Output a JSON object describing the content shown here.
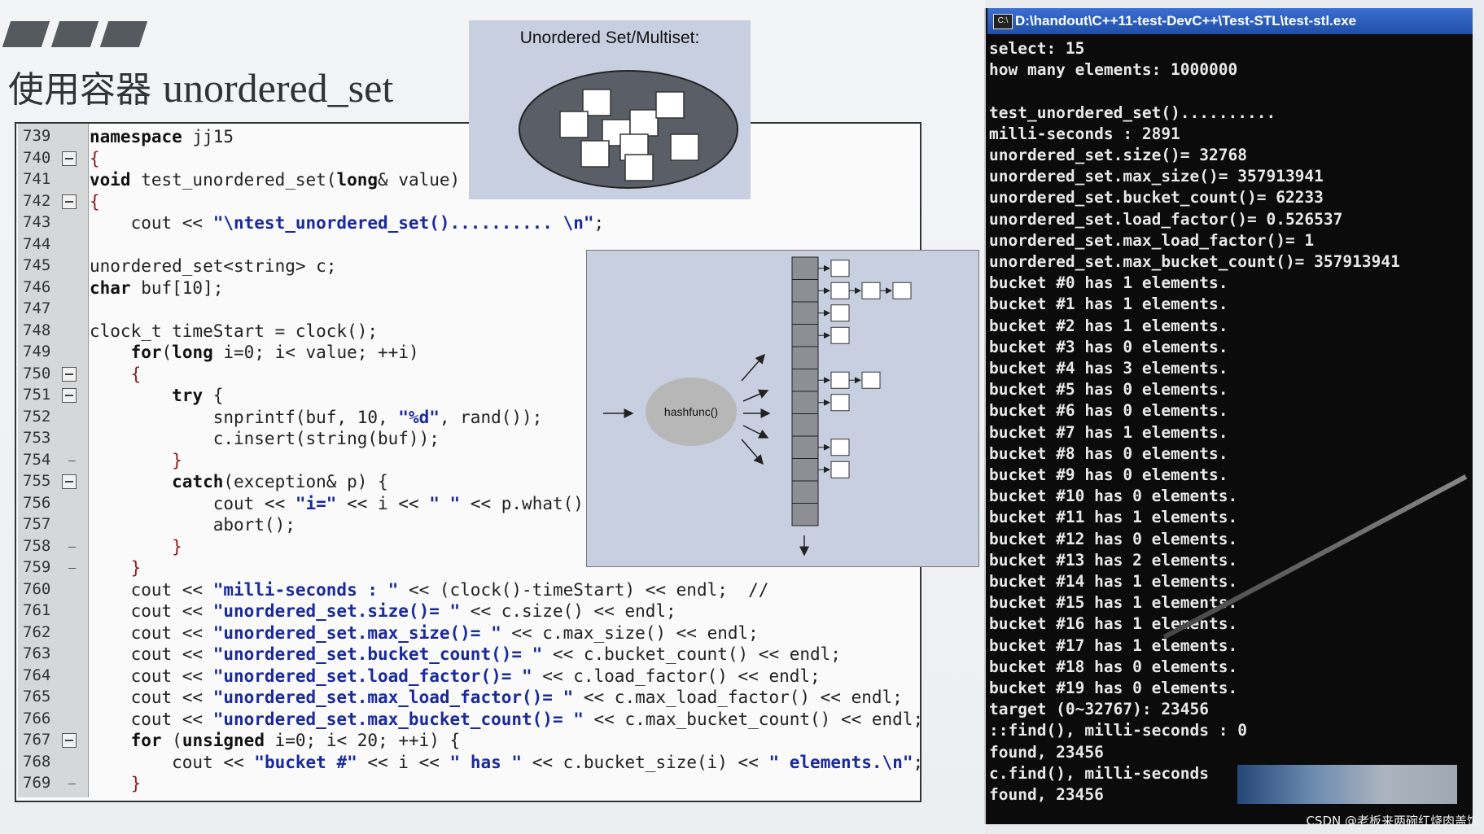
{
  "slide": {
    "title_cn": "使用容器 ",
    "title_en": "unordered_set",
    "figure_caption": "Unordered Set/Multiset:",
    "hash_label": "hashfunc()"
  },
  "code": {
    "lines": [
      {
        "n": "739",
        "t": "namespace jj15"
      },
      {
        "n": "740",
        "t": "{"
      },
      {
        "n": "741",
        "t": "void test_unordered_set(long& value)"
      },
      {
        "n": "742",
        "t": "{"
      },
      {
        "n": "743",
        "t": "    cout << \"\\ntest_unordered_set().......... \\n\";"
      },
      {
        "n": "744",
        "t": ""
      },
      {
        "n": "745",
        "t": "unordered_set<string> c;"
      },
      {
        "n": "746",
        "t": "char buf[10];"
      },
      {
        "n": "747",
        "t": ""
      },
      {
        "n": "748",
        "t": "clock_t timeStart = clock();"
      },
      {
        "n": "749",
        "t": "    for(long i=0; i< value; ++i)"
      },
      {
        "n": "750",
        "t": "    {"
      },
      {
        "n": "751",
        "t": "        try {"
      },
      {
        "n": "752",
        "t": "            snprintf(buf, 10, \"%d\", rand());"
      },
      {
        "n": "753",
        "t": "            c.insert(string(buf));"
      },
      {
        "n": "754",
        "t": "        }"
      },
      {
        "n": "755",
        "t": "        catch(exception& p) {"
      },
      {
        "n": "756",
        "t": "            cout << \"i=\" << i << \" \" << p.what()"
      },
      {
        "n": "757",
        "t": "            abort();"
      },
      {
        "n": "758",
        "t": "        }"
      },
      {
        "n": "759",
        "t": "    }"
      },
      {
        "n": "760",
        "t": "    cout << \"milli-seconds : \" << (clock()-timeStart) << endl;  //"
      },
      {
        "n": "761",
        "t": "    cout << \"unordered_set.size()= \" << c.size() << endl;"
      },
      {
        "n": "762",
        "t": "    cout << \"unordered_set.max_size()= \" << c.max_size() << endl;"
      },
      {
        "n": "763",
        "t": "    cout << \"unordered_set.bucket_count()= \" << c.bucket_count() << endl;"
      },
      {
        "n": "764",
        "t": "    cout << \"unordered_set.load_factor()= \" << c.load_factor() << endl;"
      },
      {
        "n": "765",
        "t": "    cout << \"unordered_set.max_load_factor()= \" << c.max_load_factor() << endl;"
      },
      {
        "n": "766",
        "t": "    cout << \"unordered_set.max_bucket_count()= \" << c.max_bucket_count() << endl;"
      },
      {
        "n": "767",
        "t": "    for (unsigned i=0; i< 20; ++i) {"
      },
      {
        "n": "768",
        "t": "        cout << \"bucket #\" << i << \" has \" << c.bucket_size(i) << \" elements.\\n\";"
      },
      {
        "n": "769",
        "t": "    }"
      }
    ],
    "folds": [
      "740",
      "742",
      "750",
      "751",
      "755",
      "767"
    ],
    "ends": [
      "754",
      "758",
      "759",
      "769"
    ]
  },
  "terminal": {
    "title": "D:\\handout\\C++11-test-DevC++\\Test-STL\\test-stl.exe",
    "icon_label": "C:\\",
    "lines": [
      "select: 15",
      "how many elements: 1000000",
      "",
      "test_unordered_set()..........",
      "milli-seconds : 2891",
      "unordered_set.size()= 32768",
      "unordered_set.max_size()= 357913941",
      "unordered_set.bucket_count()= 62233",
      "unordered_set.load_factor()= 0.526537",
      "unordered_set.max_load_factor()= 1",
      "unordered_set.max_bucket_count()= 357913941",
      "bucket #0 has 1 elements.",
      "bucket #1 has 1 elements.",
      "bucket #2 has 1 elements.",
      "bucket #3 has 0 elements.",
      "bucket #4 has 3 elements.",
      "bucket #5 has 0 elements.",
      "bucket #6 has 0 elements.",
      "bucket #7 has 1 elements.",
      "bucket #8 has 0 elements.",
      "bucket #9 has 0 elements.",
      "bucket #10 has 0 elements.",
      "bucket #11 has 1 elements.",
      "bucket #12 has 0 elements.",
      "bucket #13 has 2 elements.",
      "bucket #14 has 1 elements.",
      "bucket #15 has 1 elements.",
      "bucket #16 has 1 elements.",
      "bucket #17 has 1 elements.",
      "bucket #18 has 0 elements.",
      "bucket #19 has 0 elements.",
      "target (0~32767): 23456",
      "::find(), milli-seconds : 0",
      "found, 23456",
      "c.find(), milli-seconds",
      "found, 23456"
    ]
  },
  "watermark": "CSDN @老板来两碗红烧肉盖饭"
}
